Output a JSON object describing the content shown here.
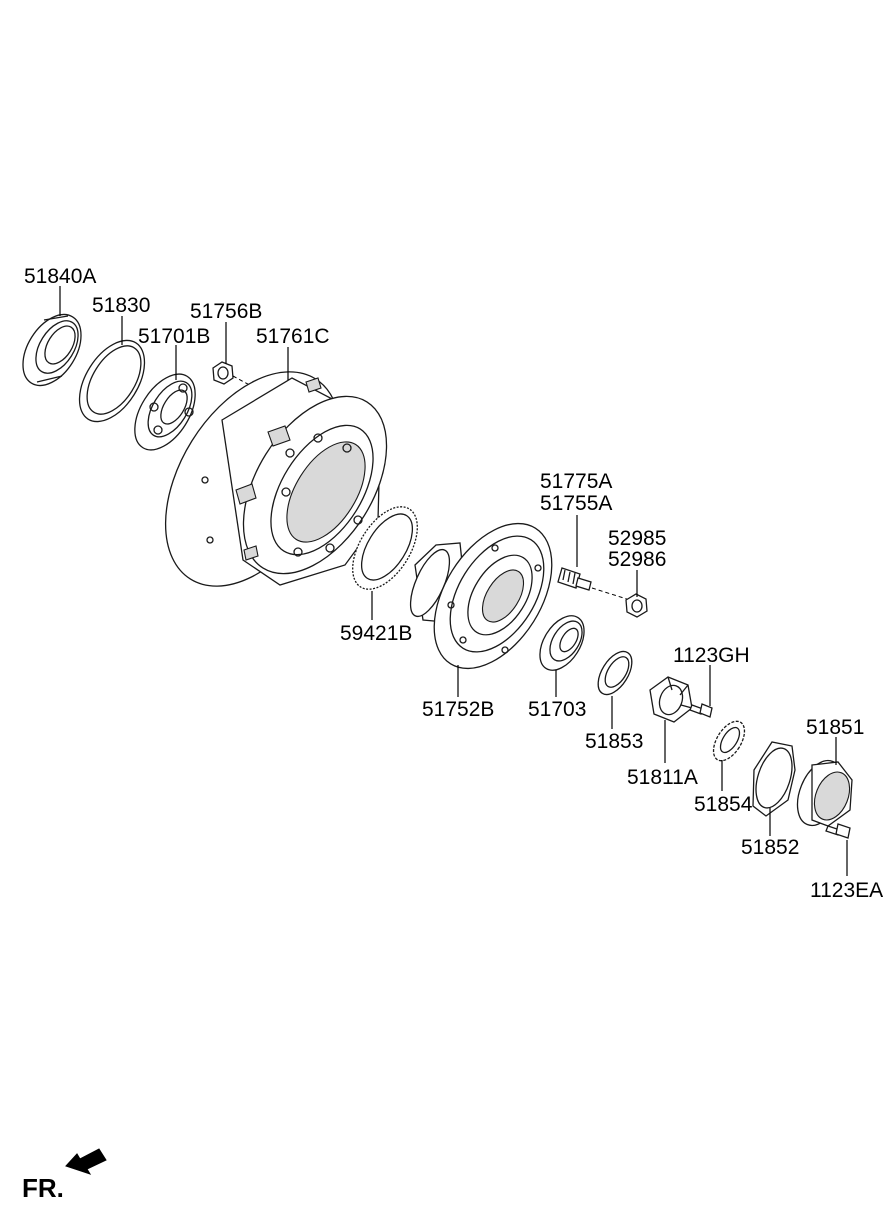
{
  "diagram": {
    "orientation_label": "FR.",
    "part_labels": {
      "p51840A": "51840A",
      "p51830": "51830",
      "p51756B": "51756B",
      "p51701B": "51701B",
      "p51761C": "51761C",
      "p51775A": "51775A",
      "p51755A": "51755A",
      "p52985": "52985",
      "p52986": "52986",
      "p59421B": "59421B",
      "p1123GH": "1123GH",
      "p51851": "51851",
      "p51752B": "51752B",
      "p51703": "51703",
      "p51853": "51853",
      "p51811A": "51811A",
      "p51854": "51854",
      "p51852": "51852",
      "p1123EA": "1123EA"
    },
    "arrow_icon": "direction-arrow-icon"
  }
}
